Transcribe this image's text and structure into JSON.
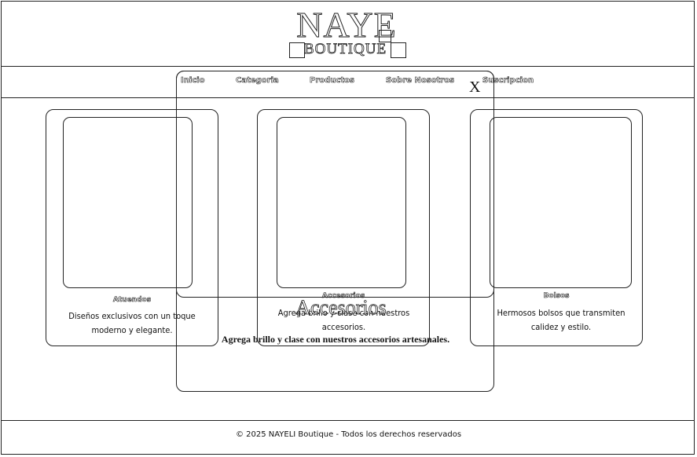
{
  "logo": {
    "top": "NAYE",
    "bottom": "BOUTIQUE"
  },
  "nav": {
    "items": [
      "Inicio",
      "Categoria",
      "Productos",
      "Sobre Nosotros",
      "Suscripcion"
    ]
  },
  "cards": [
    {
      "title": "Atuendos",
      "desc": "Diseños exclusivos con un toque moderno y elegante."
    },
    {
      "title": "Accesorios",
      "desc": "Agrega brillo y clase con nuestros accesorios."
    },
    {
      "title": "Bolsos",
      "desc": "Hermosos bolsos que transmiten calidez y estilo."
    }
  ],
  "modal": {
    "close": "X",
    "title": "Accesorios",
    "desc": "Agrega brillo y clase con nuestros accesorios artesanales."
  },
  "footer": {
    "text": "© 2025 NAYELI Boutique - Todos los derechos reservados"
  }
}
